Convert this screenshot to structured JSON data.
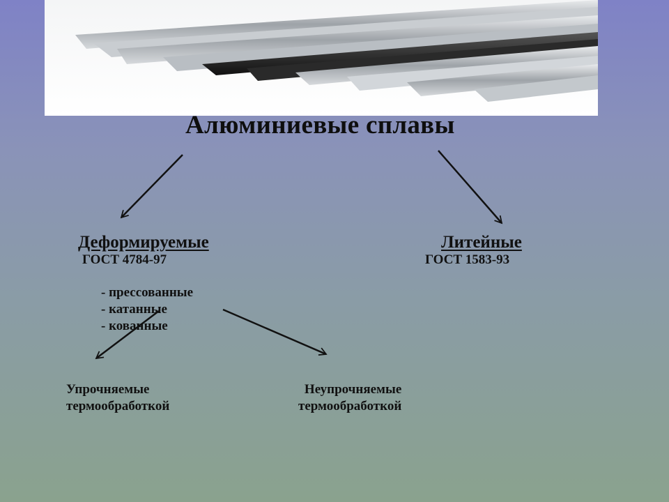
{
  "title": "Алюминиевые сплавы",
  "left": {
    "heading": "Деформируемые",
    "standard": "ГОСТ 4784-97"
  },
  "right": {
    "heading": "Литейные",
    "standard": "ГОСТ 1583-93"
  },
  "methods": [
    "- прессованные",
    "- катанные",
    "- кованные"
  ],
  "sub_left": [
    "Упрочняемые",
    "термообработкой"
  ],
  "sub_right": [
    "Неупрочняемые",
    "термообработкой"
  ]
}
